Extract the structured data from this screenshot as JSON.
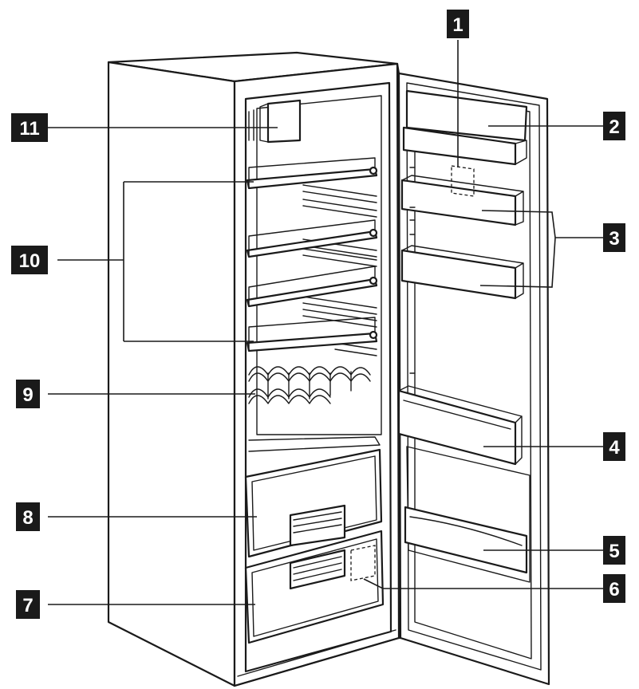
{
  "callouts": [
    {
      "id": "1",
      "label": "1"
    },
    {
      "id": "2",
      "label": "2"
    },
    {
      "id": "3",
      "label": "3"
    },
    {
      "id": "4",
      "label": "4"
    },
    {
      "id": "5",
      "label": "5"
    },
    {
      "id": "6",
      "label": "6"
    },
    {
      "id": "7",
      "label": "7"
    },
    {
      "id": "8",
      "label": "8"
    },
    {
      "id": "9",
      "label": "9"
    },
    {
      "id": "10",
      "label": "10"
    },
    {
      "id": "11",
      "label": "11"
    }
  ],
  "colors": {
    "line": "#1a1a1a",
    "badge": "#1a1a1a",
    "badge_text": "#ffffff",
    "background": "#ffffff"
  }
}
